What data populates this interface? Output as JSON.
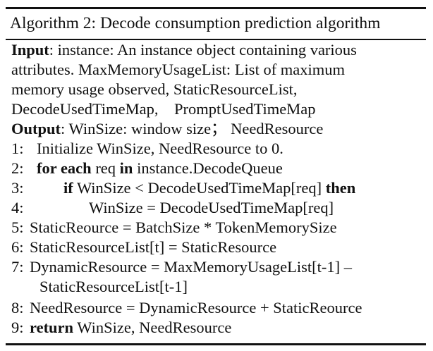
{
  "algorithm": {
    "title": "Algorithm 2: Decode consumption prediction algorithm",
    "input_label": "Input",
    "input_text": [
      ": instance: An instance object containing various",
      "attributes. MaxMemoryUsageList: List of maximum",
      "memory usage observed, StaticResourceList,",
      "DecodeUsedTimeMap,    PromptUsedTimeMap"
    ],
    "output_label": "Output",
    "output_text": ": WinSize: window size； NeedResource",
    "steps": [
      {
        "num": "1:",
        "parts": [
          {
            "t": "Initialize WinSize, NeedResource to 0.",
            "kw": false
          }
        ]
      },
      {
        "num": "2:",
        "parts": [
          {
            "t": "for each",
            "kw": true
          },
          {
            "t": " req ",
            "kw": false
          },
          {
            "t": "in",
            "kw": true
          },
          {
            "t": " instance.DecodeQueue",
            "kw": false
          }
        ]
      },
      {
        "num": "3:",
        "parts": [
          {
            "t": "if",
            "kw": true
          },
          {
            "t": " WinSize < DecodeUsedTimeMap[req] ",
            "kw": false
          },
          {
            "t": "then",
            "kw": true
          }
        ]
      },
      {
        "num": "4:",
        "parts": [
          {
            "t": "WinSize = DecodeUsedTimeMap[req]",
            "kw": false
          }
        ]
      },
      {
        "num": "5:",
        "parts": [
          {
            "t": "StaticReource = BatchSize * TokenMemorySize",
            "kw": false
          }
        ]
      },
      {
        "num": "6:",
        "parts": [
          {
            "t": "StaticResourceList[t] = StaticResource",
            "kw": false
          }
        ]
      },
      {
        "num": "7:",
        "parts": [
          {
            "t": "DynamicResource = MaxMemoryUsageList[t-1] –",
            "kw": false
          }
        ]
      },
      {
        "num": "",
        "parts": [
          {
            "t": "StaticResourceList[t-1]",
            "kw": false
          }
        ]
      },
      {
        "num": "8:",
        "parts": [
          {
            "t": "NeedResource = DynamicResource + StaticReource",
            "kw": false
          }
        ]
      },
      {
        "num": "9:",
        "parts": [
          {
            "t": "return",
            "kw": true
          },
          {
            "t": " WinSize, NeedResource",
            "kw": false
          }
        ]
      }
    ]
  }
}
